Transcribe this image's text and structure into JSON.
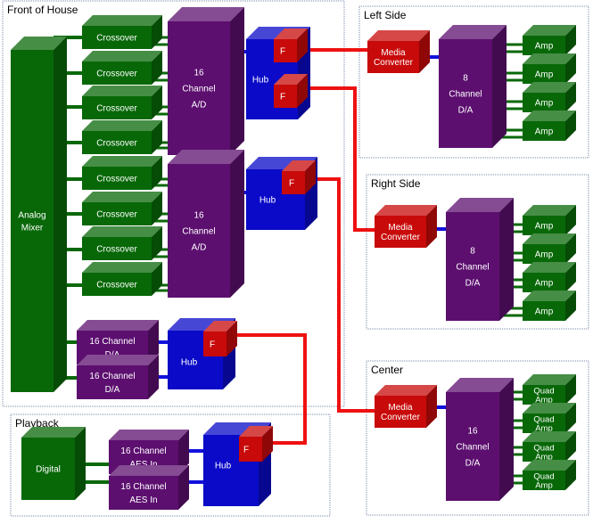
{
  "sections": {
    "front_of_house": "Front of House",
    "left_side": "Left Side",
    "right_side": "Right Side",
    "center": "Center",
    "playback": "Playback"
  },
  "labels": {
    "crossover": "Crossover",
    "analog_mixer": [
      "Analog",
      "Mixer"
    ],
    "ad16": [
      "16",
      "Channel",
      "A/D"
    ],
    "da8": [
      "8",
      "Channel",
      "D/A"
    ],
    "da16_tall": [
      "16",
      "Channel",
      "D/A"
    ],
    "da16_wide": [
      "16 Channel",
      "D/A"
    ],
    "aes_in": [
      "16 Channel",
      "AES In"
    ],
    "hub": "Hub",
    "fiber": "F",
    "media_converter": [
      "Media",
      "Converter"
    ],
    "amp": "Amp",
    "quad_amp": [
      "Quad",
      "Amp"
    ],
    "digital": "Digital"
  },
  "colors": {
    "green": "#086808",
    "purple": "#5c0f6f",
    "blue": "#0a0ac8",
    "red": "#c80a0a",
    "red_link": "#ee1111",
    "blue_link": "#1111dd",
    "section_border": "#7a8aaa"
  }
}
